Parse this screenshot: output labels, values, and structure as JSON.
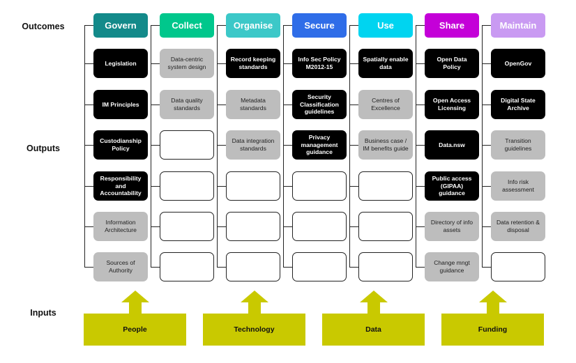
{
  "row_labels": {
    "outcomes": "Outcomes",
    "outputs": "Outputs",
    "inputs": "Inputs"
  },
  "columns": [
    {
      "header": "Govern",
      "color": "#138a8a",
      "cells": [
        {
          "text": "Legislation",
          "style": "black"
        },
        {
          "text": "IM Principles",
          "style": "black"
        },
        {
          "text": "Custodianship Policy",
          "style": "black"
        },
        {
          "text": "Responsibility and Accountability",
          "style": "black"
        },
        {
          "text": "Information Architecture",
          "style": "grey"
        },
        {
          "text": "Sources of Authority",
          "style": "grey"
        }
      ]
    },
    {
      "header": "Collect",
      "color": "#00c78c",
      "cells": [
        {
          "text": "Data-centric system design",
          "style": "grey"
        },
        {
          "text": "Data quality standards",
          "style": "grey"
        },
        {
          "text": "",
          "style": "empty"
        },
        {
          "text": "",
          "style": "empty"
        },
        {
          "text": "",
          "style": "empty"
        },
        {
          "text": "",
          "style": "empty"
        }
      ]
    },
    {
      "header": "Organise",
      "color": "#3cc8c8",
      "cells": [
        {
          "text": "Record keeping standards",
          "style": "black"
        },
        {
          "text": "Metadata standards",
          "style": "grey"
        },
        {
          "text": "Data integration standards",
          "style": "grey"
        },
        {
          "text": "",
          "style": "empty"
        },
        {
          "text": "",
          "style": "empty"
        },
        {
          "text": "",
          "style": "empty"
        }
      ]
    },
    {
      "header": "Secure",
      "color": "#2f6de8",
      "cells": [
        {
          "text": "Info Sec Policy M2012-15",
          "style": "black"
        },
        {
          "text": "Security Classification guidelines",
          "style": "black"
        },
        {
          "text": "Privacy management guidance",
          "style": "black"
        },
        {
          "text": "",
          "style": "empty"
        },
        {
          "text": "",
          "style": "empty"
        },
        {
          "text": "",
          "style": "empty"
        }
      ]
    },
    {
      "header": "Use",
      "color": "#00d4f0",
      "cells": [
        {
          "text": "Spatially enable data",
          "style": "black"
        },
        {
          "text": "Centres of Excellence",
          "style": "grey"
        },
        {
          "text": "Business case / IM benefits guide",
          "style": "grey"
        },
        {
          "text": "",
          "style": "empty"
        },
        {
          "text": "",
          "style": "empty"
        },
        {
          "text": "",
          "style": "empty"
        }
      ]
    },
    {
      "header": "Share",
      "color": "#c400d8",
      "cells": [
        {
          "text": "Open Data Policy",
          "style": "black"
        },
        {
          "text": "Open Access Licensing",
          "style": "black"
        },
        {
          "text": "Data.nsw",
          "style": "black"
        },
        {
          "text": "Public access (GIPAA) guidance",
          "style": "black"
        },
        {
          "text": "Directory of info assets",
          "style": "grey"
        },
        {
          "text": "Change mngt guidance",
          "style": "grey"
        }
      ]
    },
    {
      "header": "Maintain",
      "color": "#c99af2",
      "cells": [
        {
          "text": "OpenGov",
          "style": "black"
        },
        {
          "text": "Digital State Archive",
          "style": "black"
        },
        {
          "text": "Transition guidelines",
          "style": "grey"
        },
        {
          "text": "Info risk assessment",
          "style": "grey"
        },
        {
          "text": "Data retention & disposal",
          "style": "grey"
        },
        {
          "text": "",
          "style": "empty"
        }
      ]
    }
  ],
  "inputs": [
    {
      "label": "People"
    },
    {
      "label": "Technology"
    },
    {
      "label": "Data"
    },
    {
      "label": "Funding"
    }
  ],
  "input_color": "#c9c900"
}
